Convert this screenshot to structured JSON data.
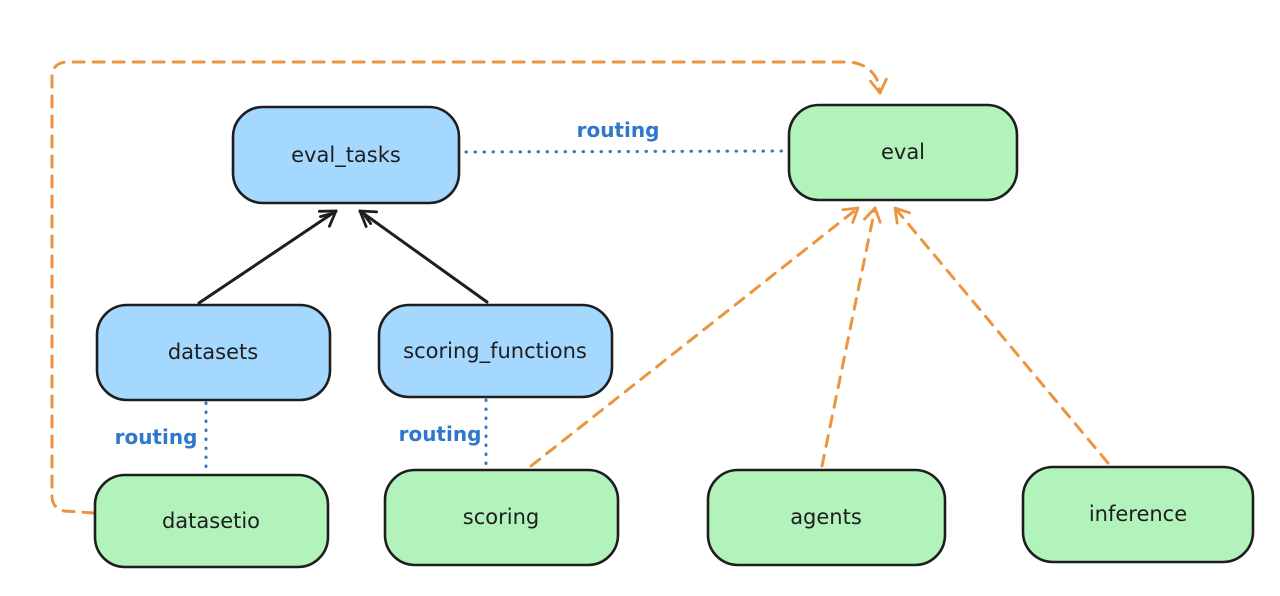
{
  "diagram": {
    "nodes": {
      "eval_tasks": {
        "label": "eval_tasks",
        "fill": "#a5d8ff"
      },
      "eval": {
        "label": "eval",
        "fill": "#b2f2bb"
      },
      "datasets": {
        "label": "datasets",
        "fill": "#a5d8ff"
      },
      "scoring_functions": {
        "label": "scoring_functions",
        "fill": "#a5d8ff"
      },
      "datasetio": {
        "label": "datasetio",
        "fill": "#b2f2bb"
      },
      "scoring": {
        "label": "scoring",
        "fill": "#b2f2bb"
      },
      "agents": {
        "label": "agents",
        "fill": "#b2f2bb"
      },
      "inference": {
        "label": "inference",
        "fill": "#b2f2bb"
      }
    },
    "edge_labels": {
      "routing_eval_tasks_eval": "routing",
      "routing_datasets_datasetio": "routing",
      "routing_scoring_functions_scoring": "routing"
    },
    "colors": {
      "api_fill": "#a5d8ff",
      "provider_fill": "#b2f2bb",
      "stroke": "#1e1e1e",
      "routing_blue": "#2e77c9",
      "orange": "#eb9540",
      "background": "#ffffff"
    }
  }
}
